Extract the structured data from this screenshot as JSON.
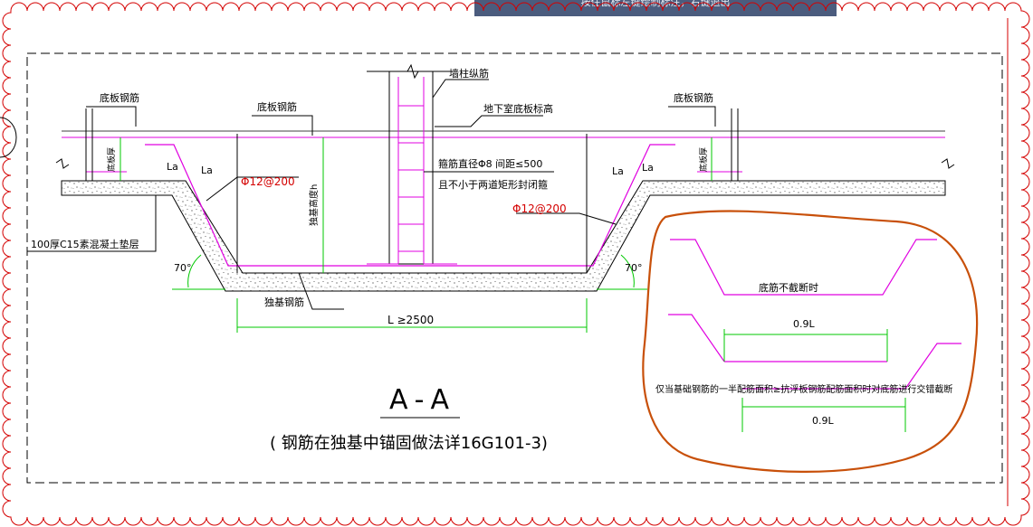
{
  "toolbar": {
    "status_hint": "按住鼠标左键绘制标注，右键退出"
  },
  "drawing": {
    "section_title": "A-A",
    "section_subtitle": "( 钢筋在独基中锚固做法详16G101-3)",
    "labels": {
      "bottom_slab_rebar_left": "底板钢筋",
      "bottom_slab_rebar_mid": "底板钢筋",
      "bottom_slab_rebar_right": "底板钢筋",
      "column_longitudinal_rebar": "墙柱纵筋",
      "basement_floor_elevation": "地下室底板标高",
      "stirrup_note_line1": "箍筋直径Φ8 间距≤500",
      "stirrup_note_line2": "且不小于两道矩形封闭箍",
      "rebar_left": "Φ12@200",
      "rebar_right": "Φ12@200",
      "la_left_1": "La",
      "la_left_2": "La",
      "la_right_1": "La",
      "la_right_2": "La",
      "slab_thickness_left": "底板厚",
      "slab_thickness_right": "底板厚",
      "foundation_height": "独基高度h",
      "cushion_layer": "100厚C15素混凝土垫层",
      "isolated_foundation_rebar": "独基钢筋",
      "length_dim": "L ≥2500",
      "angle_left": "70°",
      "angle_right": "70°"
    },
    "callout": {
      "case1_title": "底筋不截断时",
      "case2_dim": "0.9L",
      "case3_note": "仅当基础钢筋的一半配筋面积≥抗浮板钢筋配筋面积时对底筋进行交错截断",
      "case3_dim": "0.9L"
    },
    "colors": {
      "rebar": "#e000e0",
      "dimension": "#00c800",
      "callout": "#c8500a",
      "linework": "#000000",
      "border": "#d40000",
      "concrete": "#1a1a1a"
    }
  }
}
